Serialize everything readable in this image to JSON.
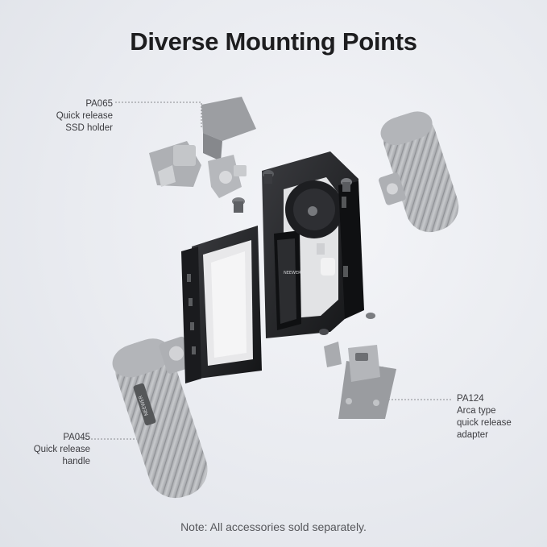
{
  "title": "Diverse Mounting Points",
  "callouts": {
    "pa065": {
      "code": "PA065",
      "line1": "Quick release",
      "line2": "SSD holder"
    },
    "pa124": {
      "code": "PA124",
      "line1": "Arca type",
      "line2": "quick release",
      "line3": "adapter"
    },
    "pa045": {
      "code": "PA045",
      "line1": "Quick release",
      "line2": "handle"
    }
  },
  "brand_mark": "NEEWER",
  "footnote": "Note: All accessories sold separately.",
  "colors": {
    "background": "#e9ebf0",
    "cage": "#1e1f22",
    "accessory_gray": "#b9bbbf",
    "phone": "#e6e6e8",
    "title": "#1d1d1f"
  }
}
